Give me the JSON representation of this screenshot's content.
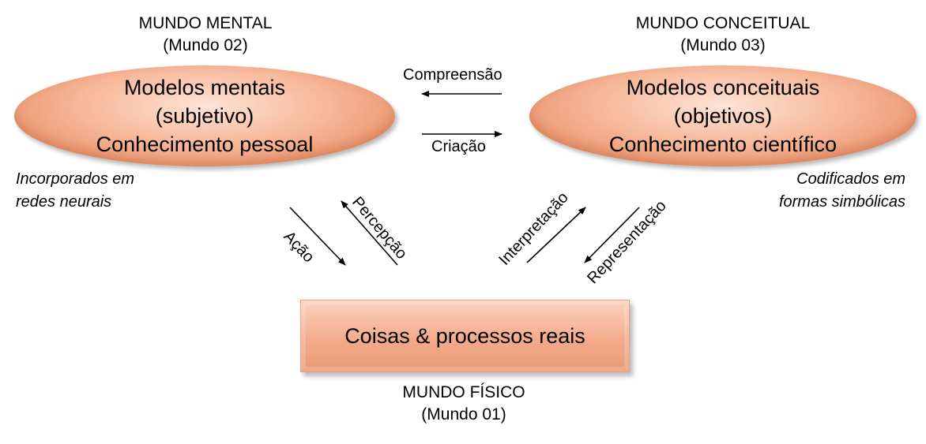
{
  "mental_world": {
    "title_line1": "MUNDO MENTAL",
    "title_line2": "(Mundo 02)",
    "ellipse_line1": "Modelos mentais",
    "ellipse_line2": "(subjetivo)",
    "ellipse_line3": "Conhecimento pessoal",
    "note_line1": "Incorporados em",
    "note_line2": "redes neurais"
  },
  "conceptual_world": {
    "title_line1": "MUNDO CONCEITUAL",
    "title_line2": "(Mundo 03)",
    "ellipse_line1": "Modelos conceituais",
    "ellipse_line2": "(objetivos)",
    "ellipse_line3": "Conhecimento científico",
    "note_line1": "Codificados em",
    "note_line2": "formas simbólicas"
  },
  "physical_world": {
    "box_label": "Coisas & processos reais",
    "title_line1": "MUNDO FÍSICO",
    "title_line2": "(Mundo 01)"
  },
  "relations": {
    "comprehension": "Compreensão",
    "creation": "Criação",
    "action": "Ação",
    "perception": "Percepção",
    "interpretation": "Interpretação",
    "representation": "Representação"
  },
  "colors": {
    "shape_fill": "#f3ab8b",
    "shape_highlight": "#fde4d6",
    "arrow": "#000000"
  }
}
